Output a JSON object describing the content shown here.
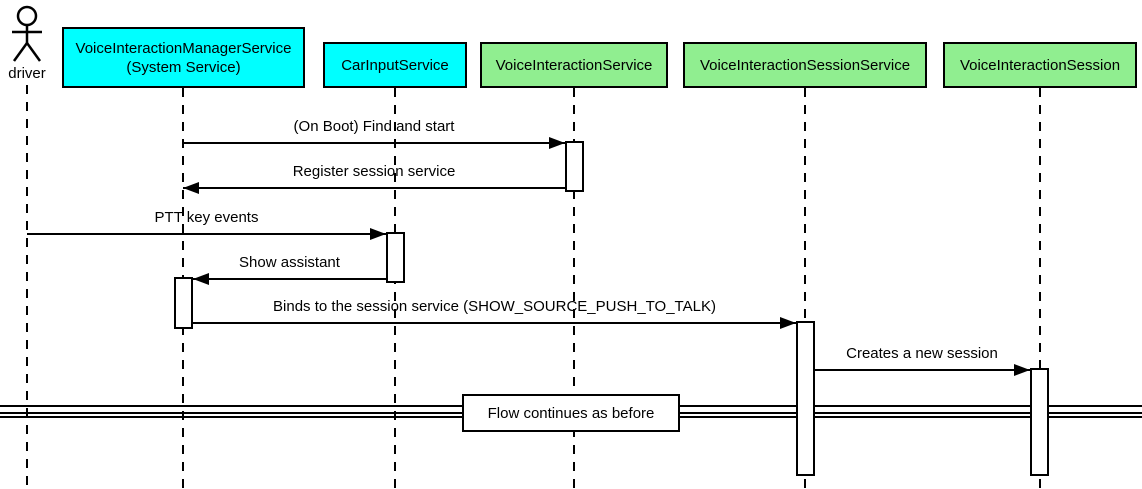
{
  "diagram": {
    "kind": "uml-sequence",
    "actor": {
      "label": "driver"
    },
    "participants": [
      {
        "name": "VoiceInteractionManagerService",
        "subtitle": "(System Service)",
        "fill": "#00FFFF"
      },
      {
        "name": "CarInputService",
        "subtitle": "",
        "fill": "#00FFFF"
      },
      {
        "name": "VoiceInteractionService",
        "subtitle": "",
        "fill": "#90EE90"
      },
      {
        "name": "VoiceInteractionSessionService",
        "subtitle": "",
        "fill": "#90EE90"
      },
      {
        "name": "VoiceInteractionSession",
        "subtitle": "",
        "fill": "#90EE90"
      }
    ],
    "messages": [
      {
        "from": "VoiceInteractionManagerService",
        "to": "VoiceInteractionService",
        "text": "(On Boot) Find and start",
        "direction": "right"
      },
      {
        "from": "VoiceInteractionService",
        "to": "VoiceInteractionManagerService",
        "text": "Register session service",
        "direction": "left"
      },
      {
        "from": "driver",
        "to": "CarInputService",
        "text": "PTT key events",
        "direction": "right"
      },
      {
        "from": "CarInputService",
        "to": "VoiceInteractionManagerService",
        "text": "Show assistant",
        "direction": "left"
      },
      {
        "from": "VoiceInteractionManagerService",
        "to": "VoiceInteractionSessionService",
        "text": "Binds to the session service (SHOW_SOURCE_PUSH_TO_TALK)",
        "direction": "right"
      },
      {
        "from": "VoiceInteractionSessionService",
        "to": "VoiceInteractionSession",
        "text": "Creates a new session",
        "direction": "right"
      }
    ],
    "divider": {
      "label": "Flow continues as before"
    },
    "colors": {
      "cyan": "#00FFFF",
      "green": "#90EE90",
      "line": "#000000",
      "background": "#FFFFFF"
    }
  }
}
